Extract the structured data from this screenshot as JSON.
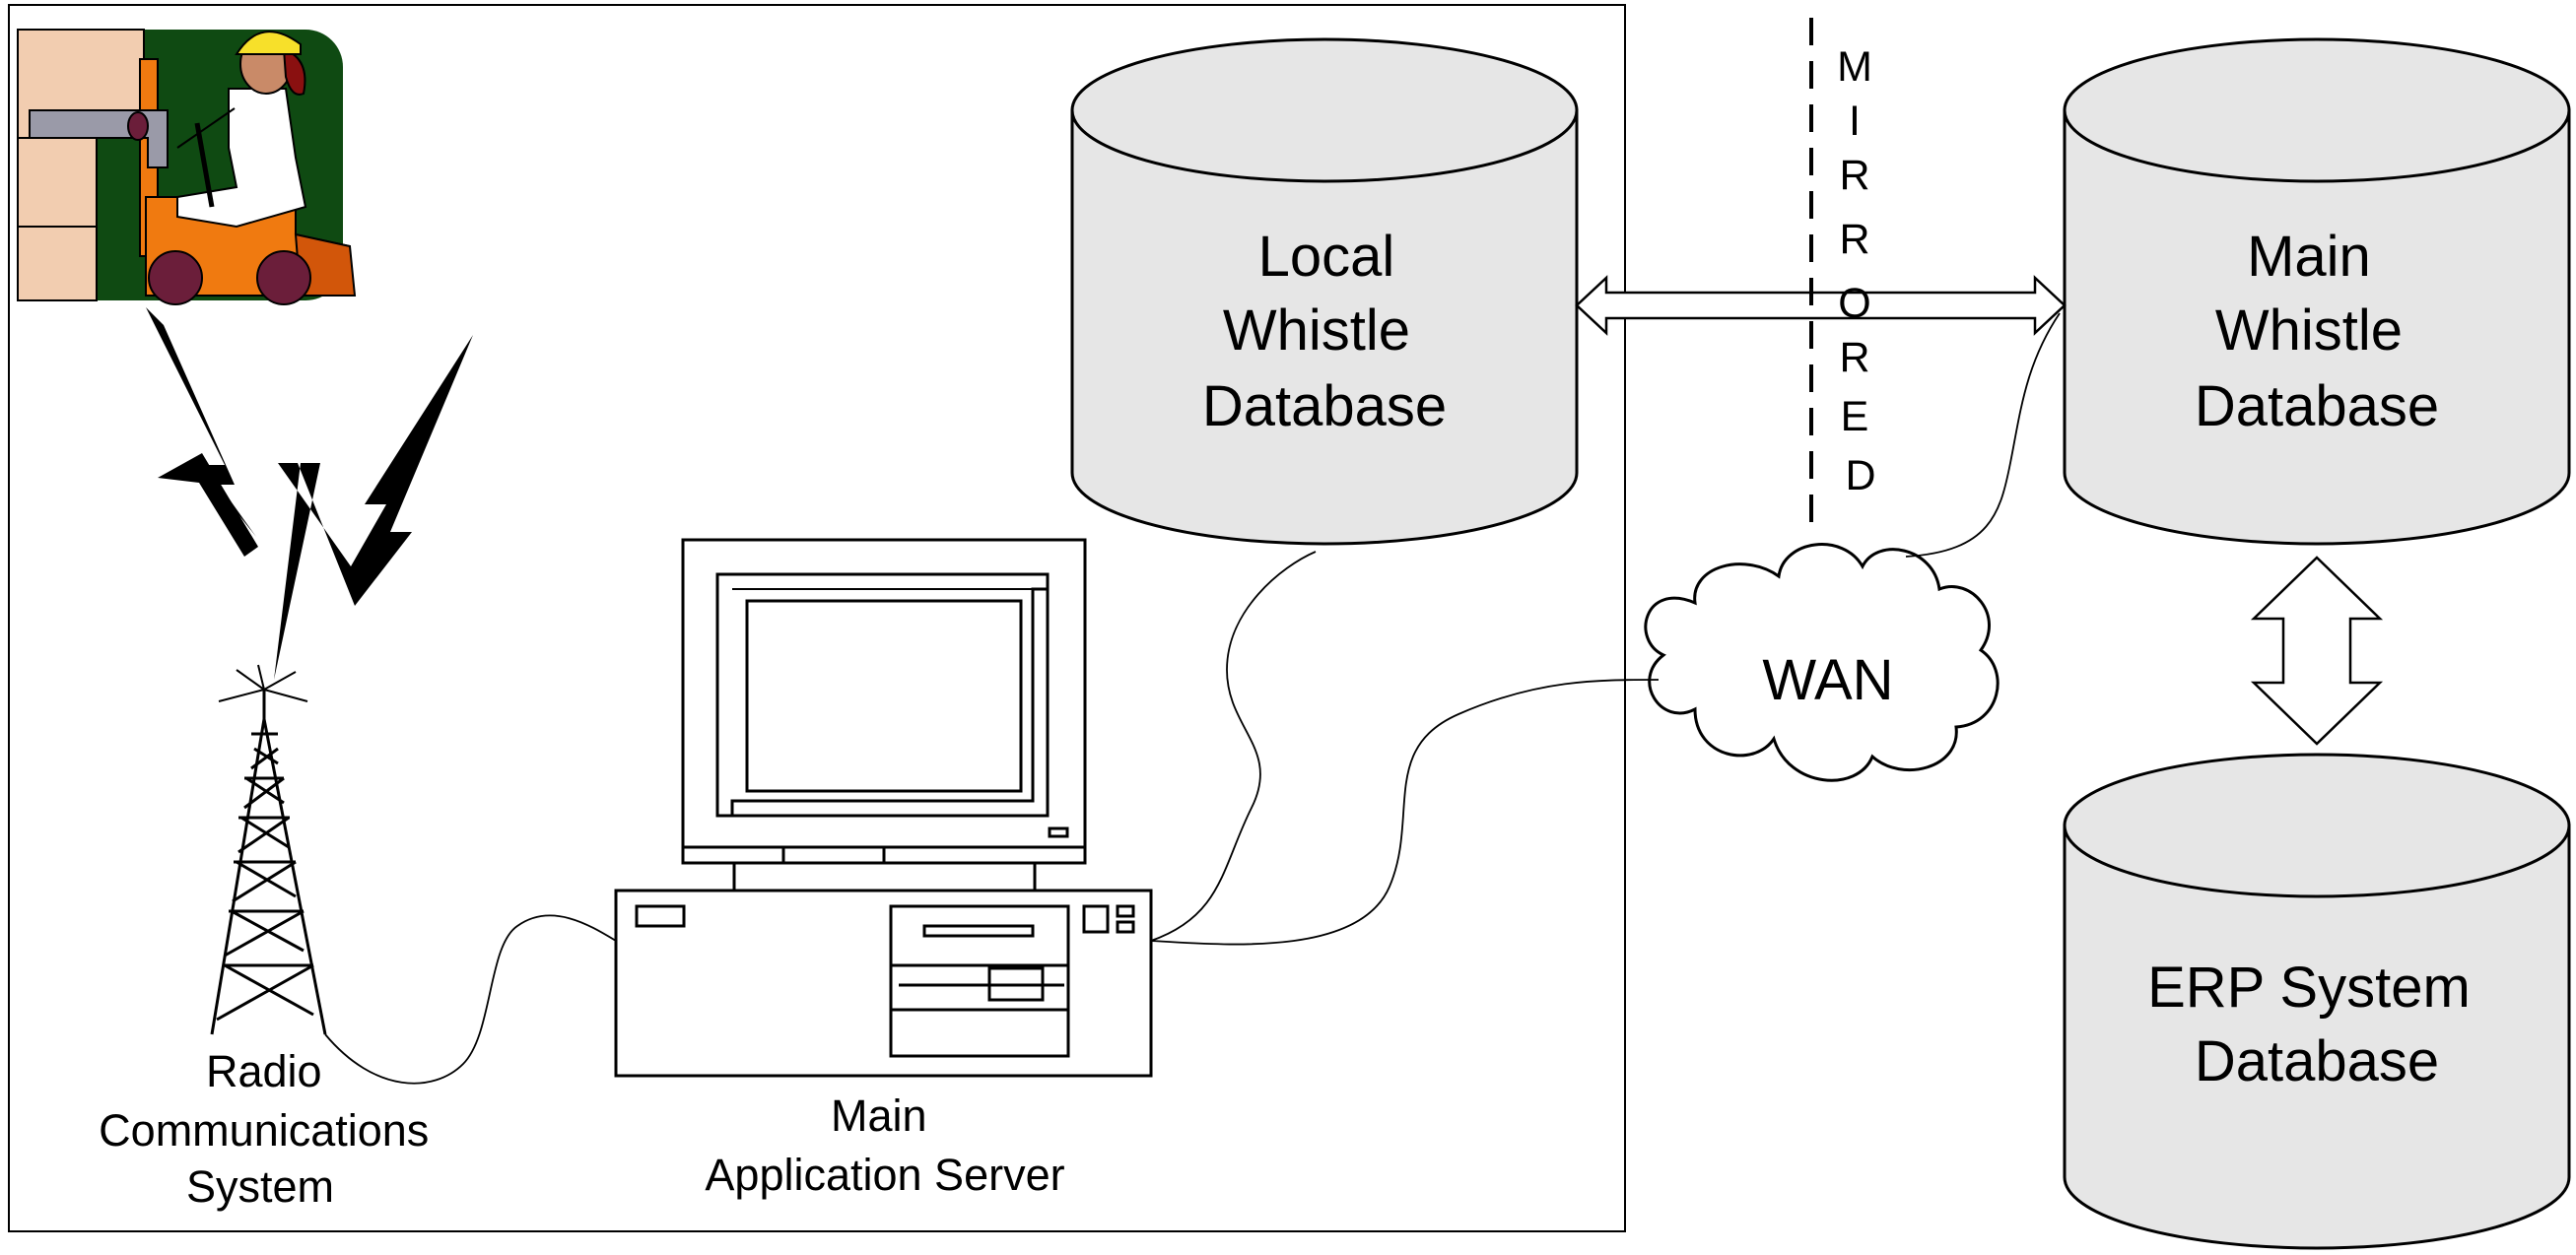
{
  "labels": {
    "local_db": [
      "Local",
      "Whistle",
      "Database"
    ],
    "main_db": [
      "Main",
      "Whistle",
      "Database"
    ],
    "erp_db": [
      "ERP System",
      "Database"
    ],
    "wan": "WAN",
    "server": [
      "Main",
      "Application Server"
    ],
    "radio": [
      "Radio",
      "Communications",
      "System"
    ],
    "mirrored": [
      "M",
      "I",
      "R",
      "R",
      "O",
      "R",
      "E",
      "D"
    ]
  },
  "colors": {
    "cylinder_fill": "#e6e6e6",
    "outline": "#000000",
    "forklift_bg": "#0f4a12",
    "forklift_body": "#f07a10",
    "worker_helmet": "#f7e02a",
    "crate": "#f2cdb0"
  },
  "icons": {
    "forklift": "forklift-operator-icon",
    "lightning": "lightning-bolt-icon",
    "tower": "radio-tower-icon",
    "computer": "desktop-computer-icon",
    "cloud": "cloud-icon"
  }
}
